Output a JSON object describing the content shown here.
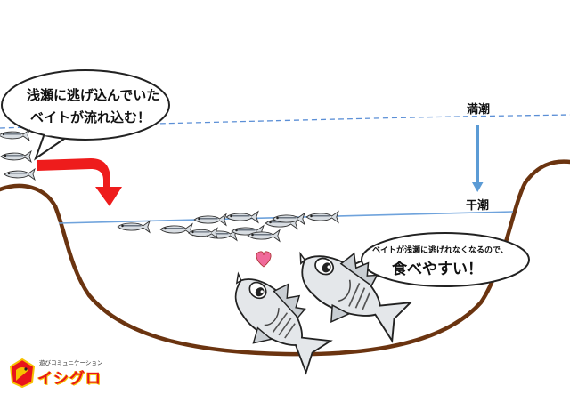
{
  "callout_left": {
    "line1": "浅瀬に逃げ込んでいた",
    "line2": "ベイトが流れ込む！"
  },
  "callout_right": {
    "line1": "ベイトが浅瀬に逃げれなくなるので、",
    "line2": "食べやすい！"
  },
  "tide": {
    "high_label": "満潮",
    "low_label": "干潮"
  },
  "logo": {
    "subtitle": "遊びコミュニケーション",
    "name": "イシグロ"
  },
  "colors": {
    "high_tide_line": "#5b8fd6",
    "low_tide_line": "#6fa3dc",
    "seabed": "#6b3410",
    "flow_arrow": "#ee1c1c",
    "tide_arrow": "#5b9bd5",
    "heart": "#f06a9a"
  }
}
